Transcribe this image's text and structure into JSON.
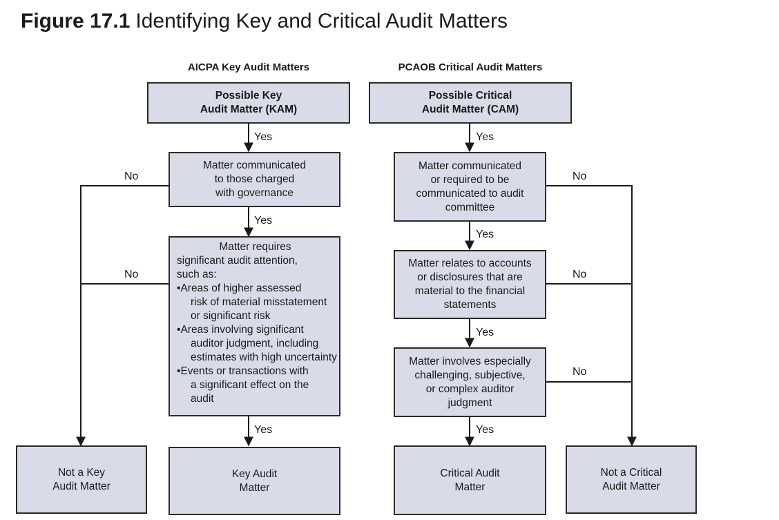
{
  "title": {
    "figure": "Figure 17.1",
    "text": "Identifying Key and Critical Audit Matters"
  },
  "aicpa": {
    "heading": "AICPA Key Audit Matters",
    "start": [
      "Possible Key",
      "Audit Matter (KAM)"
    ],
    "step1": [
      "Matter communicated",
      "to those charged",
      "with governance"
    ],
    "step2_intro": [
      "Matter requires",
      "significant audit attention,",
      "such as:"
    ],
    "step2_bullets": [
      [
        "Areas of higher assessed",
        "risk of material misstatement",
        "or significant risk"
      ],
      [
        "Areas involving significant",
        "auditor judgment, including",
        "estimates with high uncertainty"
      ],
      [
        "Events or transactions with",
        "a significant effect on the",
        "audit"
      ]
    ],
    "yes_result": [
      "Key Audit",
      "Matter"
    ],
    "no_result": [
      "Not a Key",
      "Audit Matter"
    ]
  },
  "pcaob": {
    "heading": "PCAOB Critical Audit Matters",
    "start": [
      "Possible Critical",
      "Audit Matter (CAM)"
    ],
    "step1": [
      "Matter communicated",
      "or required to be",
      "communicated to audit",
      "committee"
    ],
    "step2": [
      "Matter relates to accounts",
      "or disclosures that are",
      "material to the financial",
      "statements"
    ],
    "step3": [
      "Matter involves especially",
      "challenging, subjective,",
      "or complex auditor",
      "judgment"
    ],
    "yes_result": [
      "Critical Audit",
      "Matter"
    ],
    "no_result": [
      "Not a Critical",
      "Audit Matter"
    ]
  },
  "labels": {
    "yes": "Yes",
    "no": "No"
  }
}
